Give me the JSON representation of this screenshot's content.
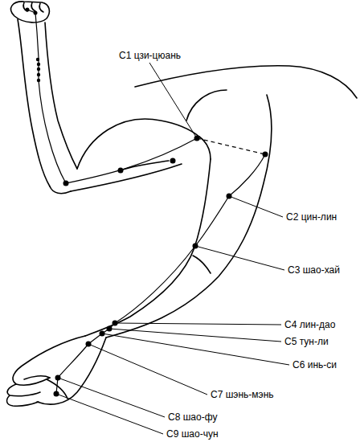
{
  "diagram": {
    "labels": [
      "С1 цзи-цюань",
      "С2 цин-лин",
      "С3 шао-хай",
      "С4 лин-дао",
      "С5 тун-ли",
      "С6 инь-си",
      "С7 шэнь-мэнь",
      "С8 шао-фу",
      "С9 шао-чун"
    ]
  }
}
